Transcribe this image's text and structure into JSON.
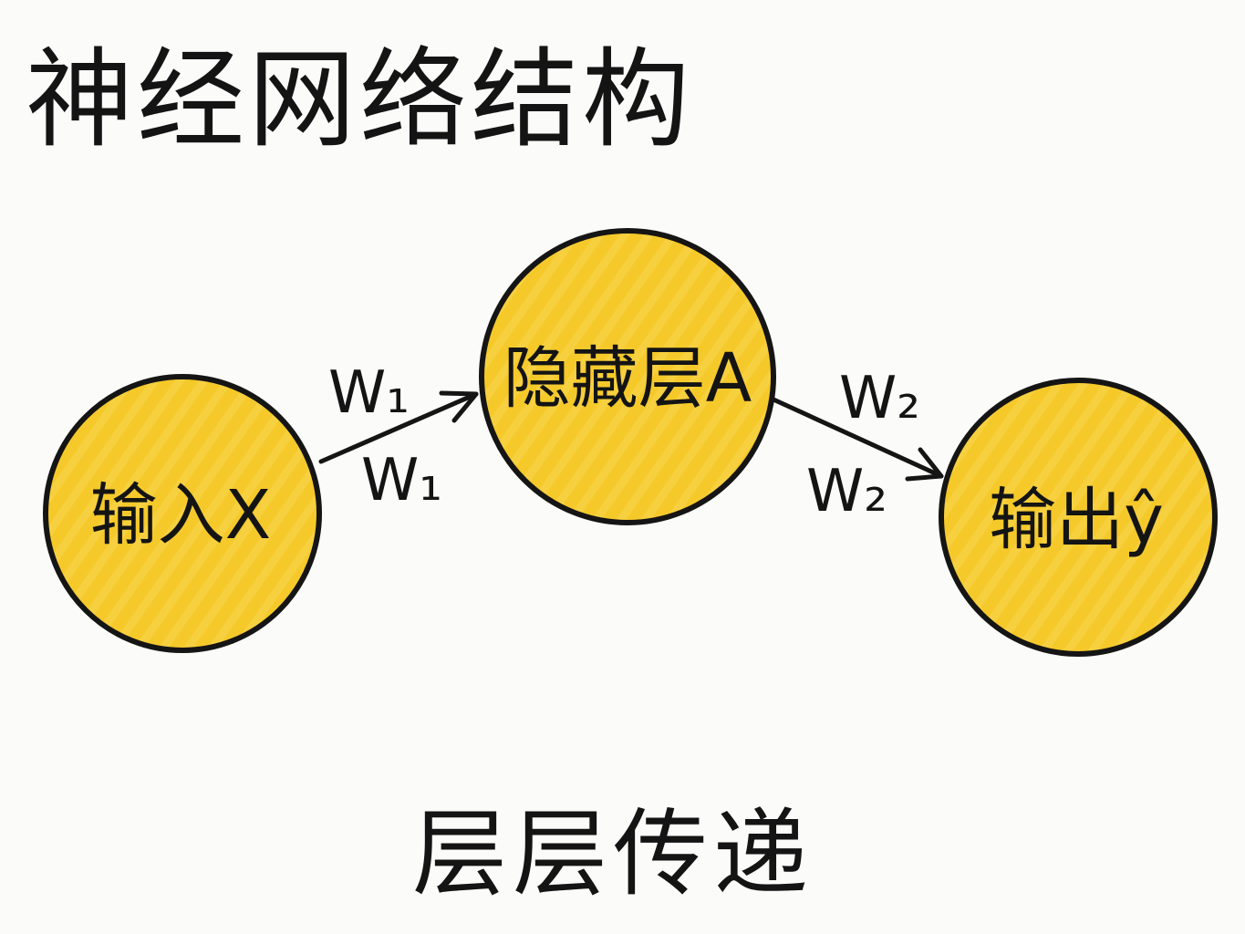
{
  "title": "神经网络结构",
  "caption": "层层传递",
  "colors": {
    "node_fill": "#f5c92a",
    "node_stroke": "#151515",
    "text": "#141414",
    "background": "#fbfbf9"
  },
  "nodes": {
    "input": {
      "label": "输入X"
    },
    "hidden": {
      "label": "隐藏层A"
    },
    "output": {
      "label": "输出ŷ"
    }
  },
  "edges": {
    "input_to_hidden": {
      "label_top": "W₁",
      "label_bottom": "W₁"
    },
    "hidden_to_output": {
      "label_top": "W₂",
      "label_bottom": "W₂"
    }
  }
}
